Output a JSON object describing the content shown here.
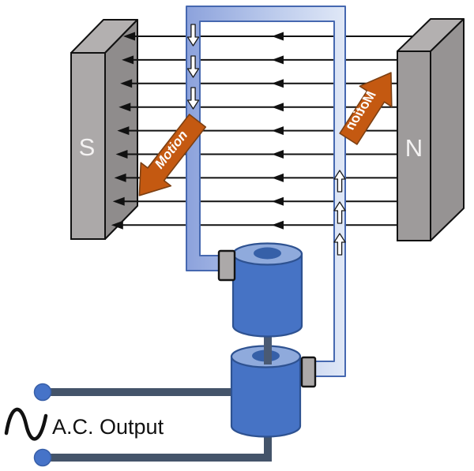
{
  "labels": {
    "south_pole": "S",
    "north_pole": "N",
    "motion_left": "Motion",
    "motion_right": "Motion",
    "ac_output": "A.C. Output"
  },
  "field_lines": {
    "count": 9,
    "arrow_direction": "left",
    "arrowheads_per_line": 2
  },
  "coil": {
    "left_current_arrows": 3,
    "left_arrow_direction": "down",
    "right_current_arrows": 3,
    "right_arrow_direction": "up"
  },
  "icons": {
    "ac_waveform": "sine-wave-icon",
    "field_arrow": "left-arrowhead-icon",
    "current_arrow_down": "hollow-down-arrow-icon",
    "current_arrow_up": "hollow-up-arrow-icon"
  },
  "colors": {
    "coil_fill_start": "#8CA2DC",
    "coil_fill_end": "#E0E8F7",
    "coil_border": "#4668B0",
    "slip_ring_body": "#4673C5",
    "slip_ring_top": "#8FAADC",
    "slip_ring_hole": "#3660A8",
    "slip_ring_border": "#2E5291",
    "brush_gray": "#ACA9A9",
    "wire_slate": "#44546A",
    "terminal_blue": "#4673C8",
    "terminal_border": "#385FA8",
    "magnet_front_left": "#ACA9A9",
    "magnet_front_right": "#9E9B9B",
    "magnet_side_left": "#8F8C8C",
    "magnet_side_right": "#969393",
    "magnet_top": "#B3B0B0",
    "magnet_border": "#111111",
    "motion_arrow_orange": "#C45911",
    "motion_arrow_border": "#7B3F12",
    "line_black": "#111111",
    "axle_slate": "#4A5A73"
  }
}
